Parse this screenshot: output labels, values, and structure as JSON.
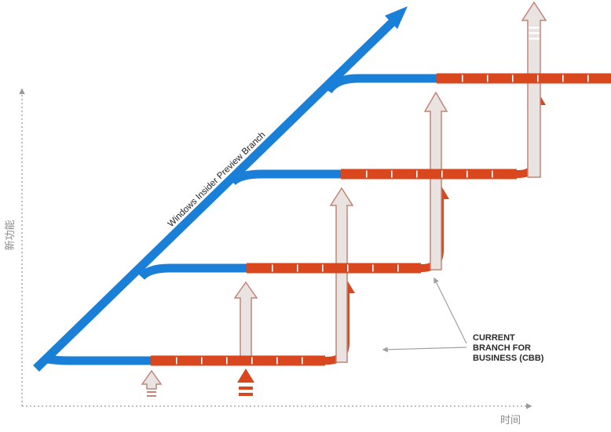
{
  "axes": {
    "y_label": "新功能",
    "x_label": "时间"
  },
  "insider_branch": {
    "label": "Windows Insider Preview Branch",
    "color": "#1a7fd6"
  },
  "cbb": {
    "label_lines": [
      "CURRENT",
      "BRANCH FOR",
      "BUSINESS (CBB)"
    ],
    "color": "#d8471d"
  },
  "colors": {
    "insider_blue": "#1a7fd6",
    "cbb_orange": "#d8471d",
    "upgrade_arrow_fill": "#e9e4e2",
    "upgrade_arrow_stroke": "#c48377",
    "axis_gray": "#9a9a9a",
    "pointer_gray": "#a0a0a0"
  }
}
